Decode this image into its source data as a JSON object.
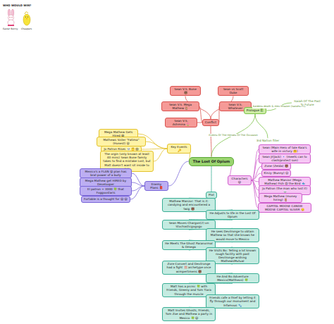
{
  "diagram": {
    "nodes": [
      {
        "text": [
          "The Lost Of Opium"
        ]
      },
      {
        "text": [
          "Conflict"
        ]
      },
      {
        "text": [
          "Sean V.S. Bone 🐻"
        ]
      },
      {
        "text": [
          "Sean vs Scott Duke"
        ]
      },
      {
        "text": [
          "Sean V.S. Mega Mathew 🦉"
        ]
      },
      {
        "text": [
          "Sean V.S. Whatever"
        ]
      },
      {
        "text": [
          "Sean V.S. Ashmina 🌷"
        ]
      },
      {
        "text": [
          "Prologue 📗"
        ]
      },
      {
        "text": [
          "Isaiah Of The Past To Future"
        ]
      },
      {
        "text": [
          "3rd Nation filler"
        ]
      },
      {
        "text": [
          "Key Events 🔑"
        ]
      },
      {
        "text": [
          "Mega Mathew Gets Hired 😄"
        ]
      },
      {
        "text": [
          "Mathews Sister \"Fatima\"(Honest) 😮"
        ]
      },
      {
        "text": [
          "Jo Patron Rises 💀 🤔 😱"
        ]
      },
      {
        "text": [
          "The orgin (only known at least 40 mins) Sean Bone family takes to find a mistake Lost, but Matt doesn't want sit inside to run"
        ]
      },
      {
        "text": [
          "Enemy Plans 📕"
        ]
      },
      {
        "text": [
          "Mexico's a FLAN 😮 plan has brat power of a bully"
        ]
      },
      {
        "text": [
          "Mega Mathew get HIRED by Develooper"
        ]
      },
      {
        "text": [
          "El patron + 3000 🍀 that Foggoostaris"
        ]
      },
      {
        "text": [
          "Fortable is a thought for 😊 😊"
        ]
      },
      {
        "text": [
          "Characters 😊"
        ]
      },
      {
        "text": [
          "Sean (Main Hero of tale Kaia's wife in victory 🤗)"
        ]
      },
      {
        "text": [
          "Sean Jr(Jack) 🔹 (meets can to clash/protect son)"
        ]
      },
      {
        "text": [
          "Zone (Zelda) 🐻"
        ]
      },
      {
        "text": [
          "Kinzy (Bunny) 😔"
        ]
      },
      {
        "text": [
          "Mathew Manzor (Mega Mathew) Fish 😠 the Bird 🐟"
        ]
      },
      {
        "text": [
          "Jo Patron (the man who lost it) 💀"
        ]
      },
      {
        "text": [
          "Mega Mathew (money hiring) 🦉"
        ]
      },
      {
        "text": [
          "CAPITAL MOOSE CANDIE MOOSE CAPITAL SLIVER 🙂"
        ]
      },
      {
        "text": [
          "Plot"
        ]
      },
      {
        "text": [
          "Mathew Manzor: That is it: candying and encountered a twig 🐻"
        ]
      },
      {
        "text": [
          "He Adjusts to life in the Lost Of Opium"
        ]
      },
      {
        "text": [
          "Sean Moves Chargon(2) on Stochasticgogogo"
        ]
      },
      {
        "text": [
          "He sees Devilronge to obtain Mathew so that she knows he would move to Mexico"
        ]
      },
      {
        "text": [
          "He Meets The Ghost Paranormal & Omega"
        ]
      },
      {
        "text": [
          "He Visits Bo: Telling a lot known rough facility with past Devilronge wishing MathewsMutual"
        ]
      },
      {
        "text": [
          "Zore Convert and Devilronge had a fight 💢 archetype once wimpertimens 🐻"
        ]
      },
      {
        "text": [
          "He And Bo Adventure Mexico(Mattheos) 🍀"
        ]
      },
      {
        "text": [
          "Matt has a picnic 🍀 with Friends, Greeny and Tom Tiara through the muscle"
        ]
      },
      {
        "text": [
          "Friends cafe a thief by letting it fly through our monument and Infamous 🐾"
        ]
      },
      {
        "text": [
          "Matt Invites Ghosts, Friends, Tom Zoe and Mathew a party in Mexico 🍀 😊"
        ]
      }
    ],
    "edges": [
      {
        "from": 0,
        "to": 1,
        "arrow": "none"
      },
      {
        "from": 0,
        "to": 7,
        "label": "Events Of The Heroes Of The Occasion",
        "arrow": "none"
      },
      {
        "from": 0,
        "to": 10,
        "arrow": "none"
      },
      {
        "from": 0,
        "to": 15,
        "arrow": "none"
      },
      {
        "from": 0,
        "to": 20,
        "arrow": "none"
      },
      {
        "from": 0,
        "to": 29,
        "arrow": "none"
      },
      {
        "from": 1,
        "to": 2,
        "arrow": "none"
      },
      {
        "from": 1,
        "to": 3,
        "arrow": "none"
      },
      {
        "from": 1,
        "to": 4,
        "arrow": "none"
      },
      {
        "from": 1,
        "to": 5,
        "arrow": "none"
      },
      {
        "from": 1,
        "to": 6,
        "arrow": "none"
      },
      {
        "from": 7,
        "to": 8,
        "label": "Kaidens death & Alex Mission (Isaiahs P1)",
        "arrow": "none"
      },
      {
        "from": 7,
        "to": 9,
        "arrow": "none"
      },
      {
        "from": 10,
        "to": 11,
        "arrow": "none"
      },
      {
        "from": 10,
        "to": 12,
        "arrow": "none"
      },
      {
        "from": 10,
        "to": 13,
        "arrow": "none"
      },
      {
        "from": 10,
        "to": 14,
        "arrow": "none"
      },
      {
        "from": 15,
        "to": 16,
        "arrow": "none"
      },
      {
        "from": 15,
        "to": 17,
        "arrow": "none"
      },
      {
        "from": 15,
        "to": 18,
        "arrow": "none"
      },
      {
        "from": 15,
        "to": 19,
        "arrow": "none"
      },
      {
        "from": 20,
        "to": 21,
        "arrow": "none"
      },
      {
        "from": 20,
        "to": 22,
        "arrow": "none"
      },
      {
        "from": 20,
        "to": 23,
        "arrow": "none"
      },
      {
        "from": 20,
        "to": 24,
        "arrow": "none"
      },
      {
        "from": 20,
        "to": 25,
        "arrow": "none"
      },
      {
        "from": 20,
        "to": 26,
        "arrow": "none"
      },
      {
        "from": 20,
        "to": 27,
        "arrow": "none"
      },
      {
        "from": 20,
        "to": 28,
        "arrow": "none"
      },
      {
        "from": 29,
        "to": 30,
        "arrow": "none"
      },
      {
        "from": 30,
        "to": 31,
        "arrow": "none"
      },
      {
        "from": 31,
        "to": 32,
        "arrow": "none"
      },
      {
        "from": 32,
        "to": 33,
        "arrow": "none"
      },
      {
        "from": 33,
        "to": 34,
        "arrow": "none"
      },
      {
        "from": 34,
        "to": 35,
        "arrow": "none"
      },
      {
        "from": 35,
        "to": 36,
        "arrow": "none"
      },
      {
        "from": 36,
        "to": 37,
        "arrow": "none"
      },
      {
        "from": 37,
        "to": 38,
        "arrow": "none"
      },
      {
        "from": 38,
        "to": 39,
        "arrow": "none"
      },
      {
        "from": 39,
        "to": 40,
        "arrow": "none"
      }
    ],
    "labels": [
      "WHO WOULD WIN?",
      "Easter Bunny",
      "Cheepers"
    ]
  }
}
